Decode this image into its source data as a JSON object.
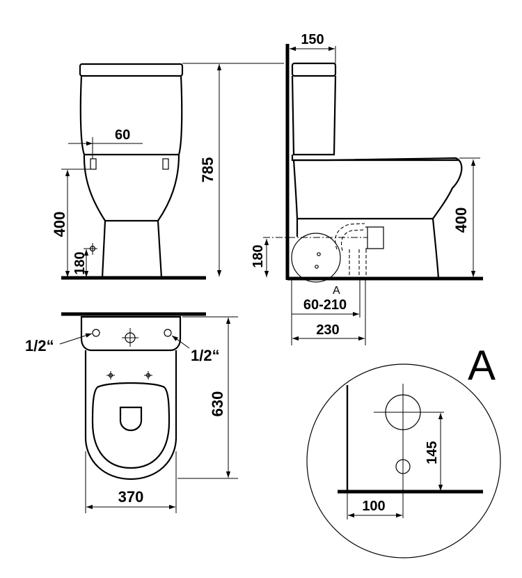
{
  "dimensions": {
    "side_top_width": "150",
    "total_height": "785",
    "front_cistern_offset": "60",
    "front_seat_height": "400",
    "front_inlet_height": "180",
    "side_seat_height": "400",
    "side_outlet_height": "180",
    "outlet_range": "60-210",
    "outlet_depth": "230",
    "plan_length": "630",
    "plan_width": "370",
    "left_valve": "1/2“",
    "right_valve": "1/2“",
    "detail_height": "145",
    "detail_width": "100"
  },
  "labels": {
    "detail_marker": "A",
    "detail_title": "A"
  }
}
